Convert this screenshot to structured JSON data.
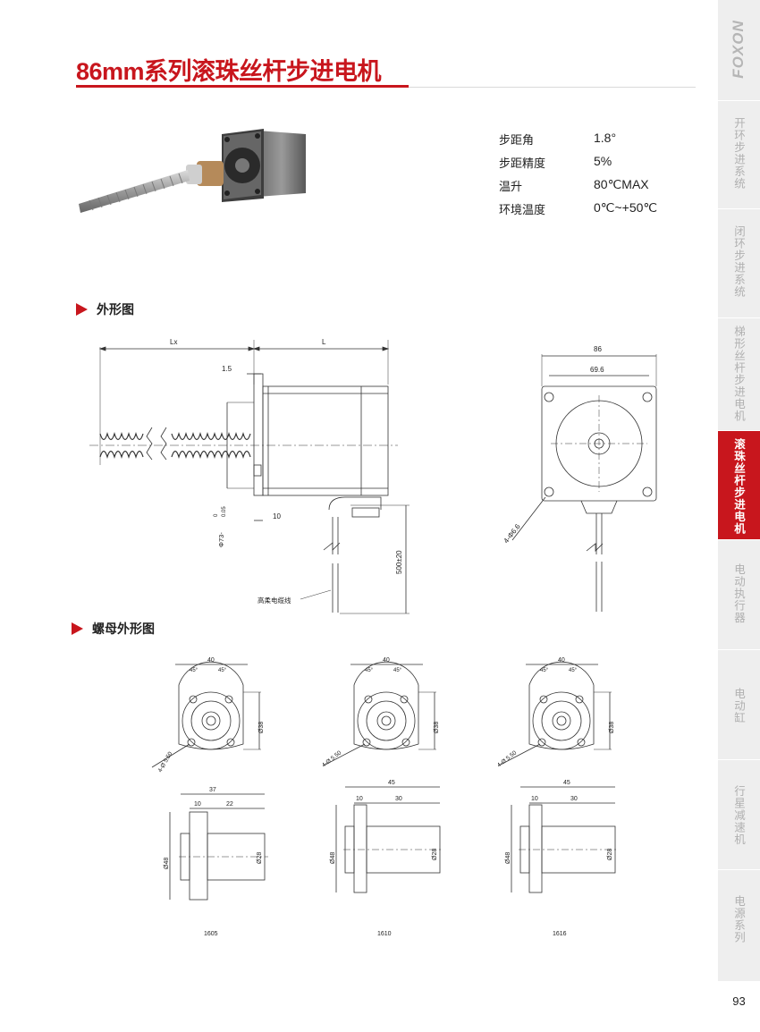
{
  "header": {
    "title": "86mm系列滚珠丝杆步进电机"
  },
  "specs": [
    {
      "label": "步距角",
      "value": "1.8°"
    },
    {
      "label": "步距精度",
      "value": "5%"
    },
    {
      "label": "温升",
      "value": "80℃MAX"
    },
    {
      "label": "环境温度",
      "value": "0℃~+50℃"
    }
  ],
  "sections": {
    "outline": "外形图",
    "nut_outline": "螺母外形图"
  },
  "side_view": {
    "lx": "Lx",
    "l": "L",
    "d15": "1.5",
    "d10": "10",
    "dia": "Φ73-",
    "tol_up": "0",
    "tol_dn": "0.05",
    "lead": "500±20",
    "cable": "高柔电缆线"
  },
  "front_view": {
    "w86": "86",
    "w696": "69.6",
    "holes": "4-Φ6.6"
  },
  "nuts": [
    {
      "model": "1605",
      "top": "40",
      "a1": "45°",
      "a2": "45°",
      "d38": "Ø38",
      "holes": "4-Ø 5.50",
      "len": "37",
      "flange": "10",
      "body": "22",
      "d48": "Ø48",
      "d28": "Ø28"
    },
    {
      "model": "1610",
      "top": "40",
      "a1": "45°",
      "a2": "45°",
      "d38": "Ø38",
      "holes": "4-Ø 5.50",
      "len": "45",
      "flange": "10",
      "body": "30",
      "d48": "Ø48",
      "d28": "Ø28"
    },
    {
      "model": "1616",
      "top": "40",
      "a1": "45°",
      "a2": "45°",
      "d38": "Ø38",
      "holes": "4-Ø 5.50",
      "len": "45",
      "flange": "10",
      "body": "30",
      "d48": "Ø48",
      "d28": "Ø28"
    }
  ],
  "brand": "FOXON",
  "sidebar": [
    "开环步进系统",
    "闭环步进系统",
    "梯形丝杆步进电机",
    "滚珠丝杆步进电机",
    "电动执行器",
    "电动缸",
    "行星减速机",
    "电源系列"
  ],
  "page_number": "93"
}
